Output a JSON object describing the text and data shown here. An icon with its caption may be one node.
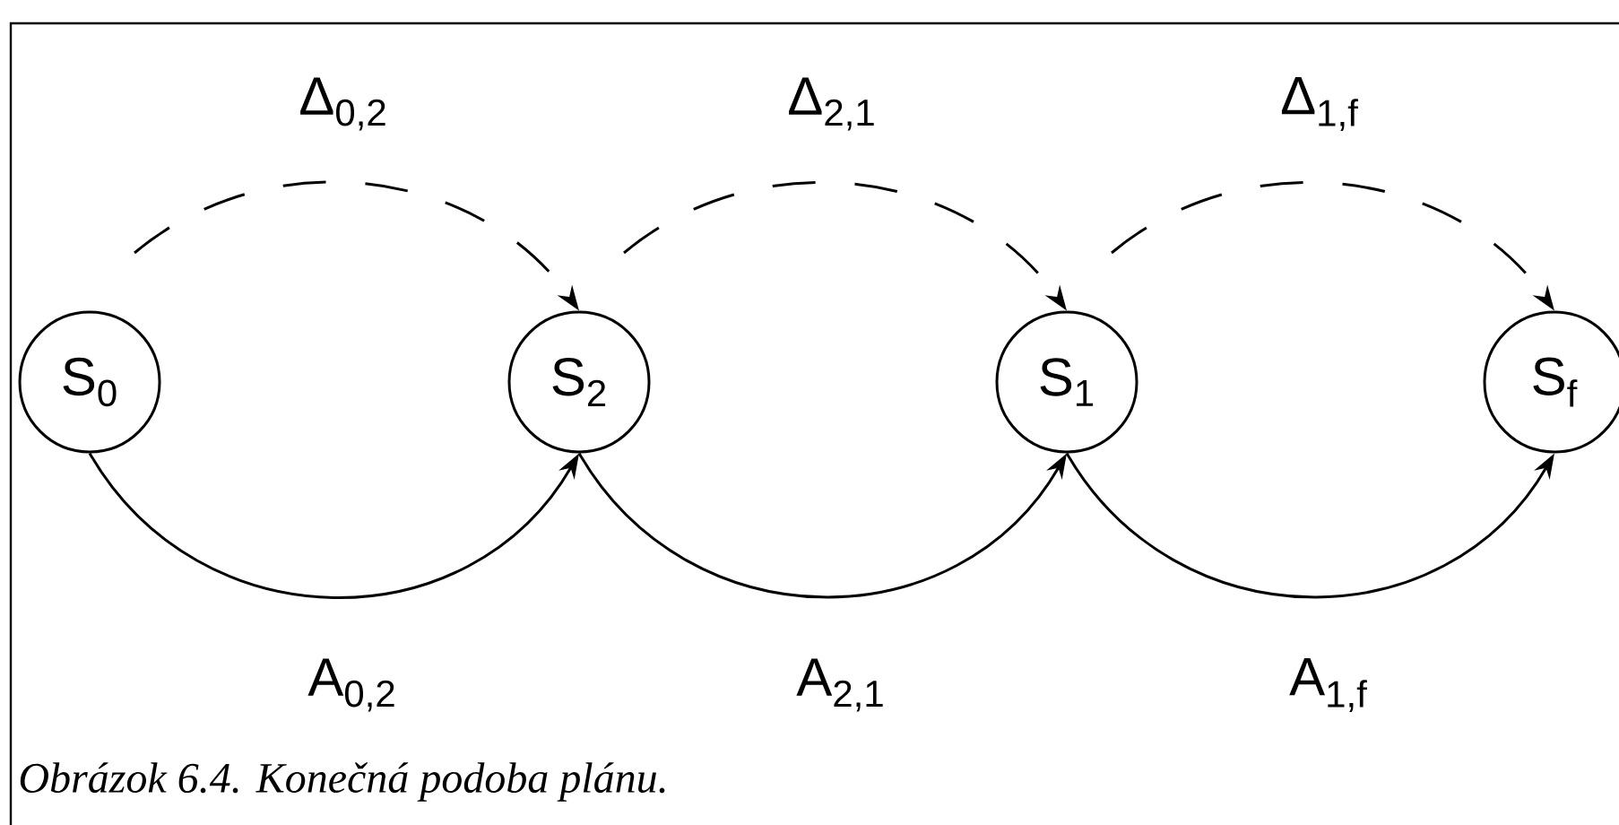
{
  "diagram": {
    "caption": "Obrázok 6.4. Konečná podoba plánu.",
    "nodes": [
      {
        "text": [
          "S$_{0}$"
        ]
      },
      {
        "text": [
          "S$_{2}$"
        ]
      },
      {
        "text": [
          "S$_{1}$"
        ]
      },
      {
        "text": [
          "S$_{f}$"
        ]
      }
    ],
    "edges": [
      {
        "from": 0,
        "to": 1,
        "arrow": "to",
        "style": "dashed",
        "label": "Δ$_{0,2}$"
      },
      {
        "from": 1,
        "to": 2,
        "arrow": "to",
        "style": "dashed",
        "label": "Δ$_{2,1}$"
      },
      {
        "from": 2,
        "to": 3,
        "arrow": "to",
        "style": "dashed",
        "label": "Δ$_{1,f}$"
      },
      {
        "from": 0,
        "to": 1,
        "arrow": "to",
        "label": "A$_{0,2}$"
      },
      {
        "from": 1,
        "to": 2,
        "arrow": "to",
        "label": "A$_{2,1}$"
      },
      {
        "from": 2,
        "to": 3,
        "arrow": "to",
        "label": "A$_{1,f}$"
      }
    ]
  }
}
